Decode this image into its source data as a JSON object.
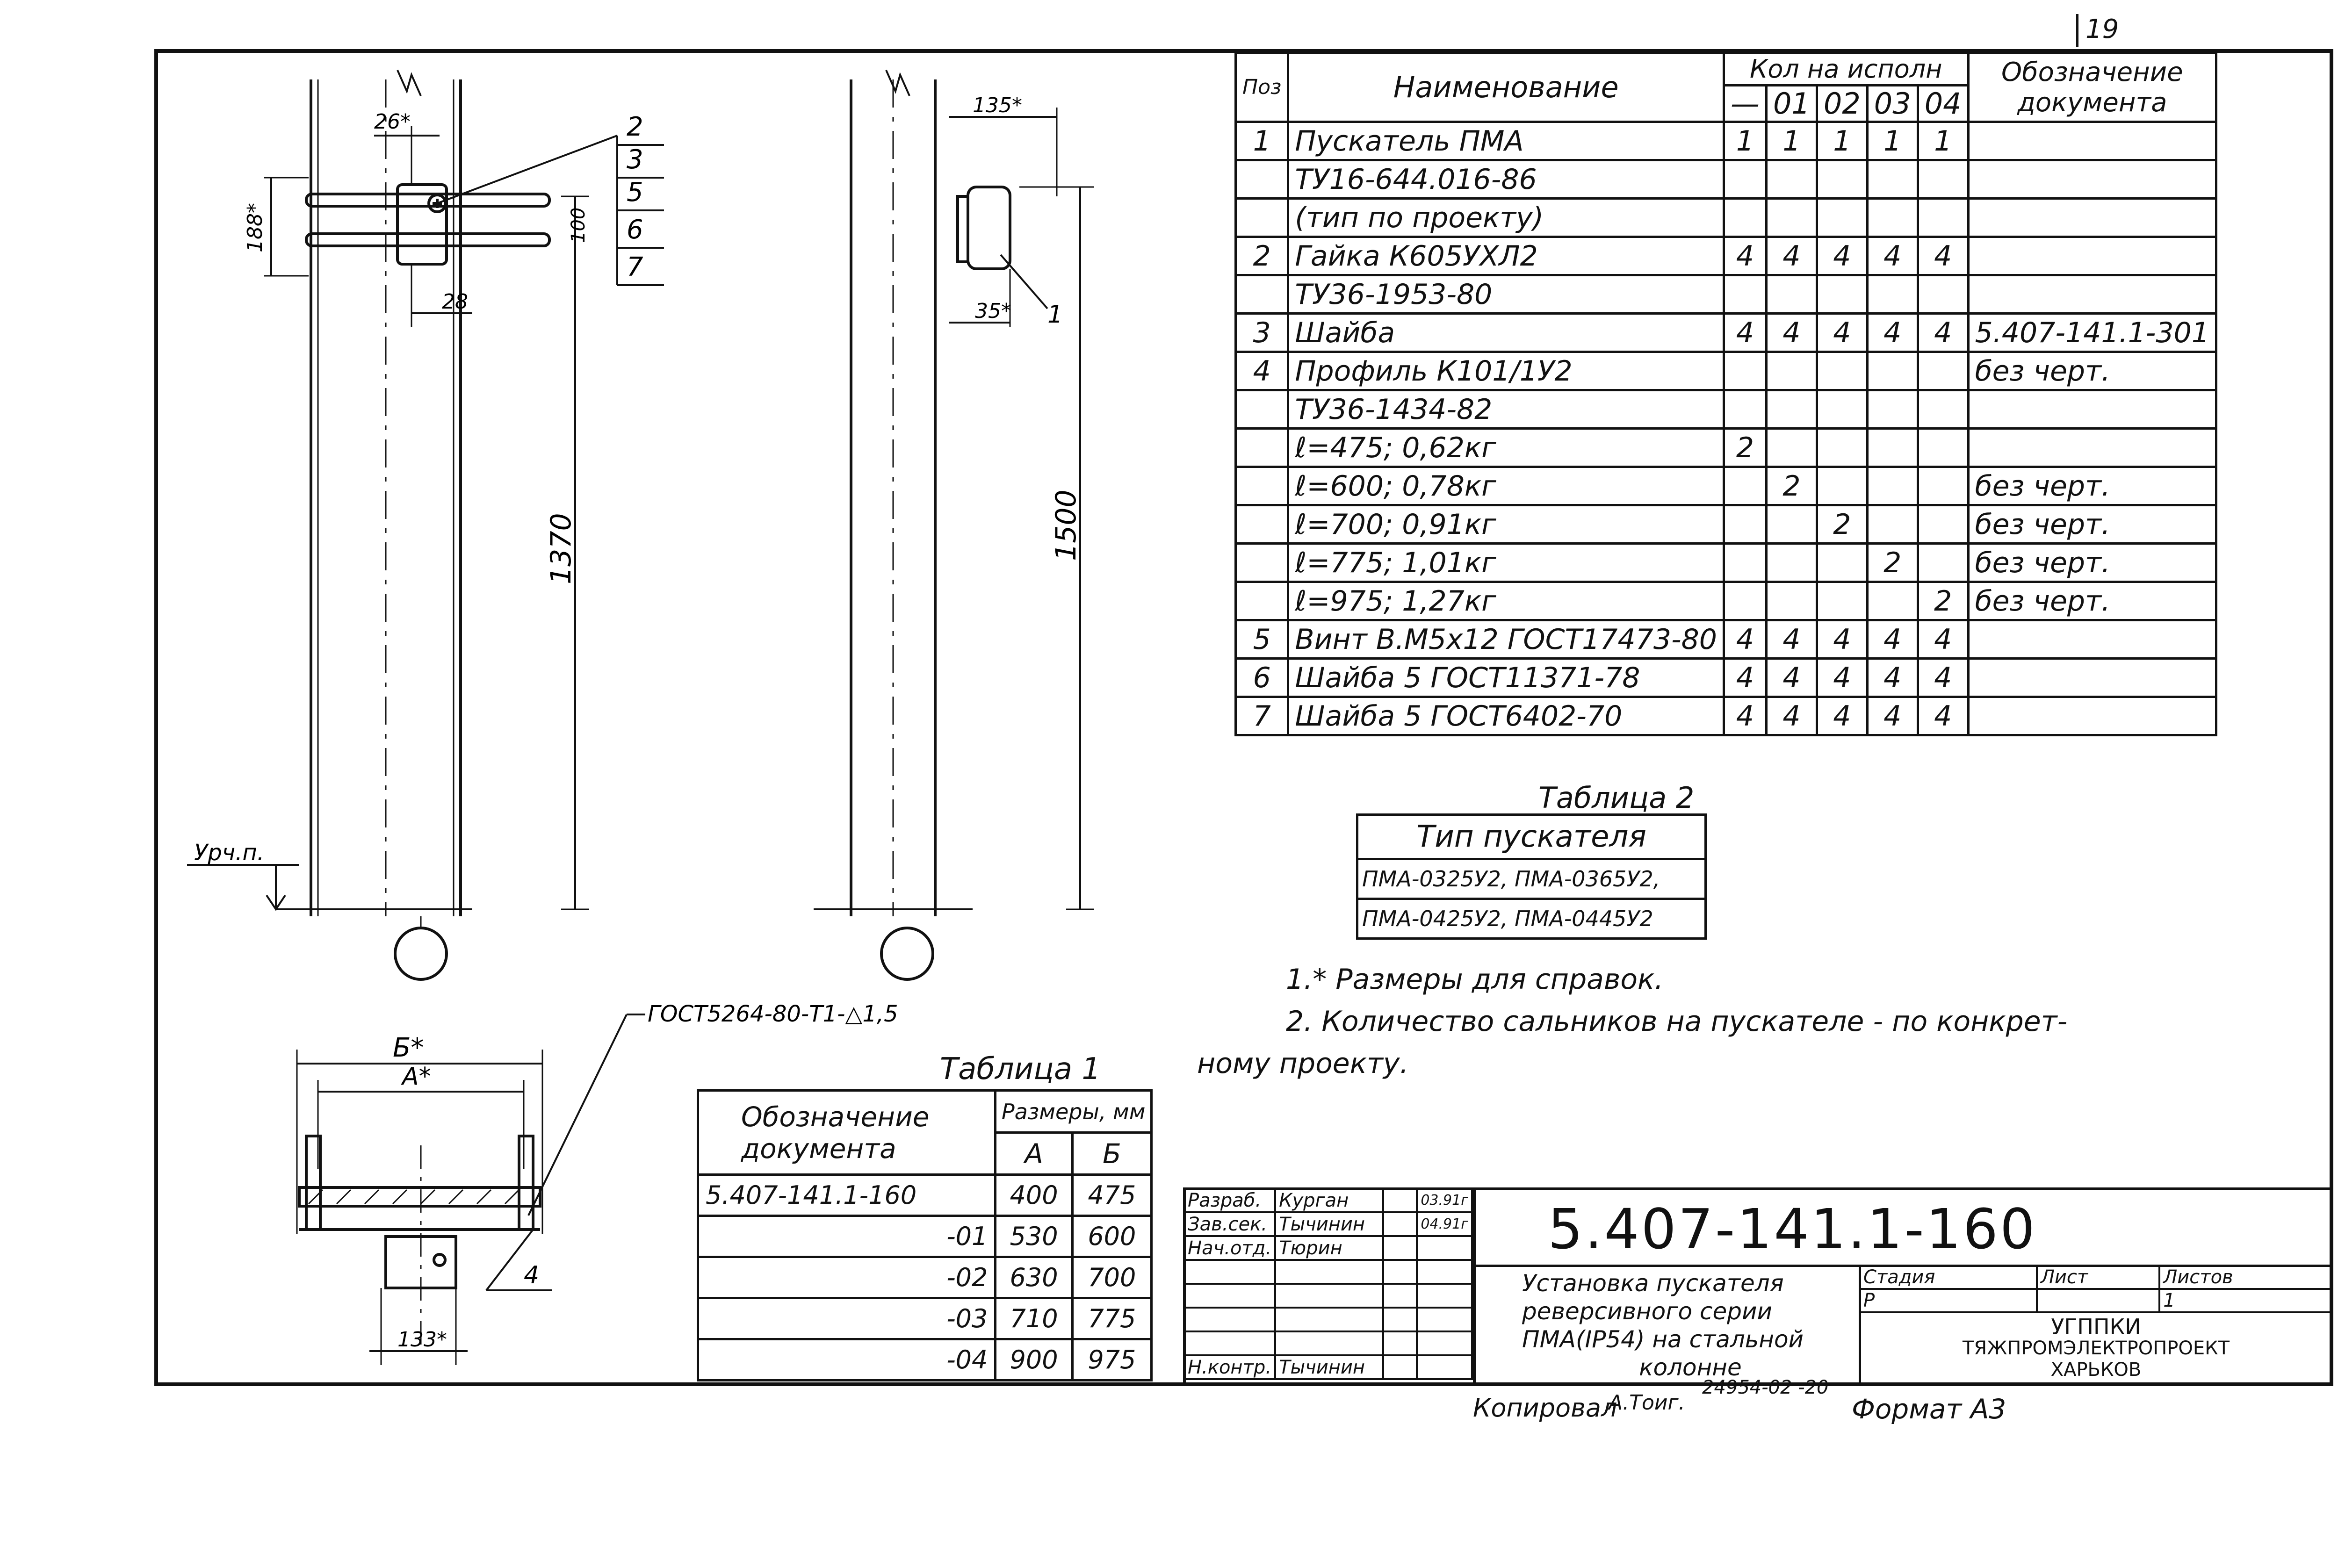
{
  "page_number": "19",
  "drawing": {
    "left_view": {
      "dim_26": "26*",
      "dim_188": "188*",
      "dim_100": "100",
      "dim_28": "28",
      "dim_1370": "1370",
      "callouts": [
        "2",
        "3",
        "5",
        "6",
        "7"
      ],
      "floor_label": "Урч.п."
    },
    "mid_view": {
      "dim_135": "135*",
      "dim_35": "35*",
      "dim_1500": "1500",
      "callout_1": "1"
    },
    "section_view": {
      "dim_B": "Б*",
      "dim_A": "A*",
      "dim_133": "133*",
      "callout_4": "4",
      "weld_note": "ГОСТ5264-80-Т1-△1,5"
    }
  },
  "spec_table": {
    "headers": {
      "pos": "Поз",
      "name": "Наименование",
      "qty": "Кол на исполн",
      "designation": "Обозначение документа",
      "variants": [
        "—",
        "01",
        "02",
        "03",
        "04"
      ]
    },
    "rows": [
      {
        "pos": "1",
        "name": "Пускатель ПМА",
        "q": [
          "1",
          "1",
          "1",
          "1",
          "1"
        ],
        "doc": ""
      },
      {
        "pos": "",
        "name": "ТУ16-644.016-86",
        "q": [
          "",
          "",
          "",
          "",
          ""
        ],
        "doc": ""
      },
      {
        "pos": "",
        "name": "(тип по проекту)",
        "q": [
          "",
          "",
          "",
          "",
          ""
        ],
        "doc": ""
      },
      {
        "pos": "2",
        "name": "Гайка К605УХЛ2",
        "q": [
          "4",
          "4",
          "4",
          "4",
          "4"
        ],
        "doc": ""
      },
      {
        "pos": "",
        "name": "ТУ36-1953-80",
        "q": [
          "",
          "",
          "",
          "",
          ""
        ],
        "doc": ""
      },
      {
        "pos": "3",
        "name": "Шайба",
        "q": [
          "4",
          "4",
          "4",
          "4",
          "4"
        ],
        "doc": "5.407-141.1-301"
      },
      {
        "pos": "4",
        "name": "Профиль К101/1У2",
        "q": [
          "",
          "",
          "",
          "",
          ""
        ],
        "doc": "без черт."
      },
      {
        "pos": "",
        "name": "ТУ36-1434-82",
        "q": [
          "",
          "",
          "",
          "",
          ""
        ],
        "doc": ""
      },
      {
        "pos": "",
        "name": "ℓ=475; 0,62кг",
        "q": [
          "2",
          "",
          "",
          "",
          ""
        ],
        "doc": ""
      },
      {
        "pos": "",
        "name": "ℓ=600; 0,78кг",
        "q": [
          "",
          "2",
          "",
          "",
          ""
        ],
        "doc": "без черт."
      },
      {
        "pos": "",
        "name": "ℓ=700; 0,91кг",
        "q": [
          "",
          "",
          "2",
          "",
          ""
        ],
        "doc": "без черт."
      },
      {
        "pos": "",
        "name": "ℓ=775; 1,01кг",
        "q": [
          "",
          "",
          "",
          "2",
          ""
        ],
        "doc": "без черт."
      },
      {
        "pos": "",
        "name": "ℓ=975; 1,27кг",
        "q": [
          "",
          "",
          "",
          "",
          "2"
        ],
        "doc": "без черт."
      },
      {
        "pos": "5",
        "name": "Винт В.М5х12 ГОСТ17473-80",
        "q": [
          "4",
          "4",
          "4",
          "4",
          "4"
        ],
        "doc": ""
      },
      {
        "pos": "6",
        "name": "Шайба 5 ГОСТ11371-78",
        "q": [
          "4",
          "4",
          "4",
          "4",
          "4"
        ],
        "doc": ""
      },
      {
        "pos": "7",
        "name": "Шайба 5 ГОСТ6402-70",
        "q": [
          "4",
          "4",
          "4",
          "4",
          "4"
        ],
        "doc": ""
      }
    ]
  },
  "table2": {
    "caption": "Таблица 2",
    "header": "Тип пускателя",
    "line1": "ПМА-0325У2, ПМА-0365У2,",
    "line2": "ПМА-0425У2, ПМА-0445У2"
  },
  "notes": {
    "n1": "1.* Размеры для справок.",
    "n2a": "2. Количество сальников на пускателе - по конкрет-",
    "n2b": "ному проекту."
  },
  "table1": {
    "caption": "Таблица 1",
    "h_doc": "Обозначение документа",
    "h_size": "Размеры, мм",
    "h_a": "А",
    "h_b": "Б",
    "rows": [
      {
        "doc": "5.407-141.1-160",
        "a": "400",
        "b": "475"
      },
      {
        "doc": "-01",
        "a": "530",
        "b": "600"
      },
      {
        "doc": "-02",
        "a": "630",
        "b": "700"
      },
      {
        "doc": "-03",
        "a": "710",
        "b": "775"
      },
      {
        "doc": "-04",
        "a": "900",
        "b": "975"
      }
    ]
  },
  "title_block": {
    "code": "5.407-141.1-160",
    "roles": [
      "Разраб.",
      "Зав.сек.",
      "Нач.отд.",
      "Н.контр."
    ],
    "names": [
      "Курган",
      "Тычинин",
      "Тюрин",
      "Тычинин"
    ],
    "dates": [
      "03.91г",
      "04.91г"
    ],
    "title": [
      "Установка пускателя",
      "реверсивного серии",
      "ПМА(IP54) на стальной",
      "колонне"
    ],
    "stage_label": "Стадия",
    "sheet_label": "Лист",
    "sheets_label": "Листов",
    "stage": "Р",
    "sheets": "1",
    "org": [
      "УГППКИ",
      "ТЯЖПРОМЭЛЕКТРОПРОЕКТ",
      "ХАРЬКОВ"
    ]
  },
  "footer": {
    "copied": "Копировал",
    "copier": "А.Тоиг.",
    "order": "24954-02 -20",
    "format": "Формат А3"
  }
}
